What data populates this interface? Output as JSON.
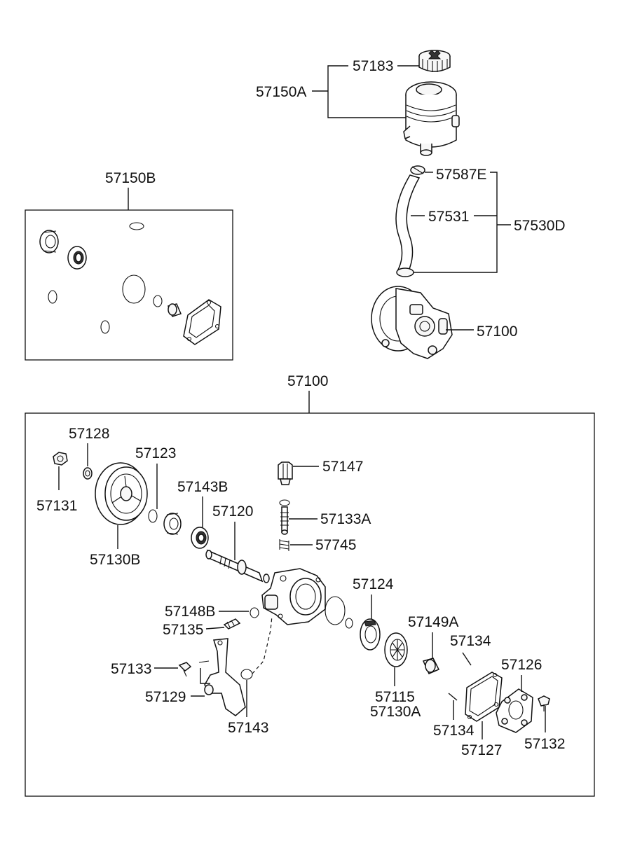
{
  "labels": {
    "l57183": "57183",
    "l57150A": "57150A",
    "l57587E": "57587E",
    "l57531": "57531",
    "l57530D": "57530D",
    "l57100_top": "57100",
    "l57150B": "57150B",
    "l57100_box": "57100",
    "l57128": "57128",
    "l57131": "57131",
    "l57123": "57123",
    "l57130B": "57130B",
    "l57143B": "57143B",
    "l57120": "57120",
    "l57147": "57147",
    "l57133A": "57133A",
    "l57745": "57745",
    "l57124": "57124",
    "l57148B": "57148B",
    "l57135": "57135",
    "l57149A": "57149A",
    "l57134_top": "57134",
    "l57126": "57126",
    "l57133": "57133",
    "l57129": "57129",
    "l57143": "57143",
    "l57115": "57115",
    "l57130A": "57130A",
    "l57134_bot": "57134",
    "l57127": "57127",
    "l57132": "57132"
  }
}
